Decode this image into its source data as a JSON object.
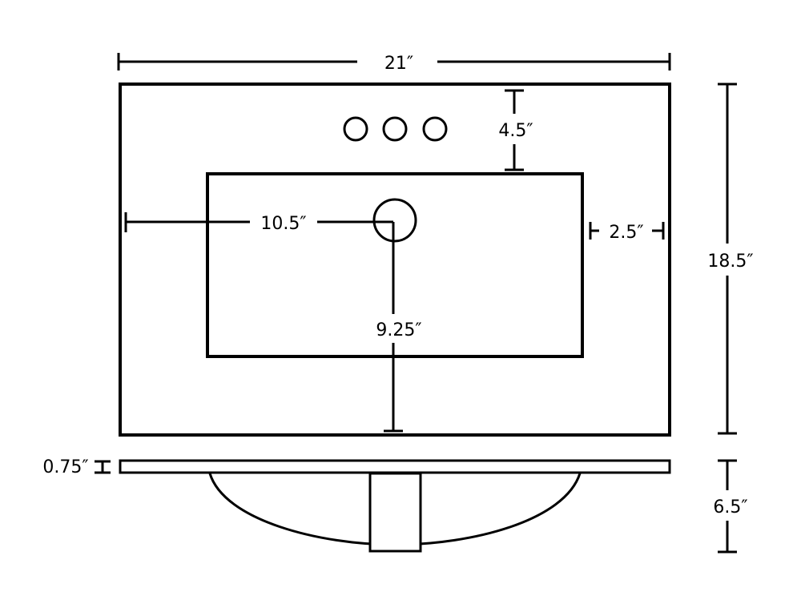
{
  "dimensions": {
    "overall_width": "21″",
    "overall_depth": "18.5″",
    "faucet_to_bowl": "4.5″",
    "side_to_drain": "10.5″",
    "bowl_to_edge": "2.5″",
    "drain_to_front": "9.25″",
    "top_thickness": "0.75″",
    "bowl_height": "6.5″"
  },
  "colors": {
    "line": "#000000",
    "background": "#ffffff"
  }
}
